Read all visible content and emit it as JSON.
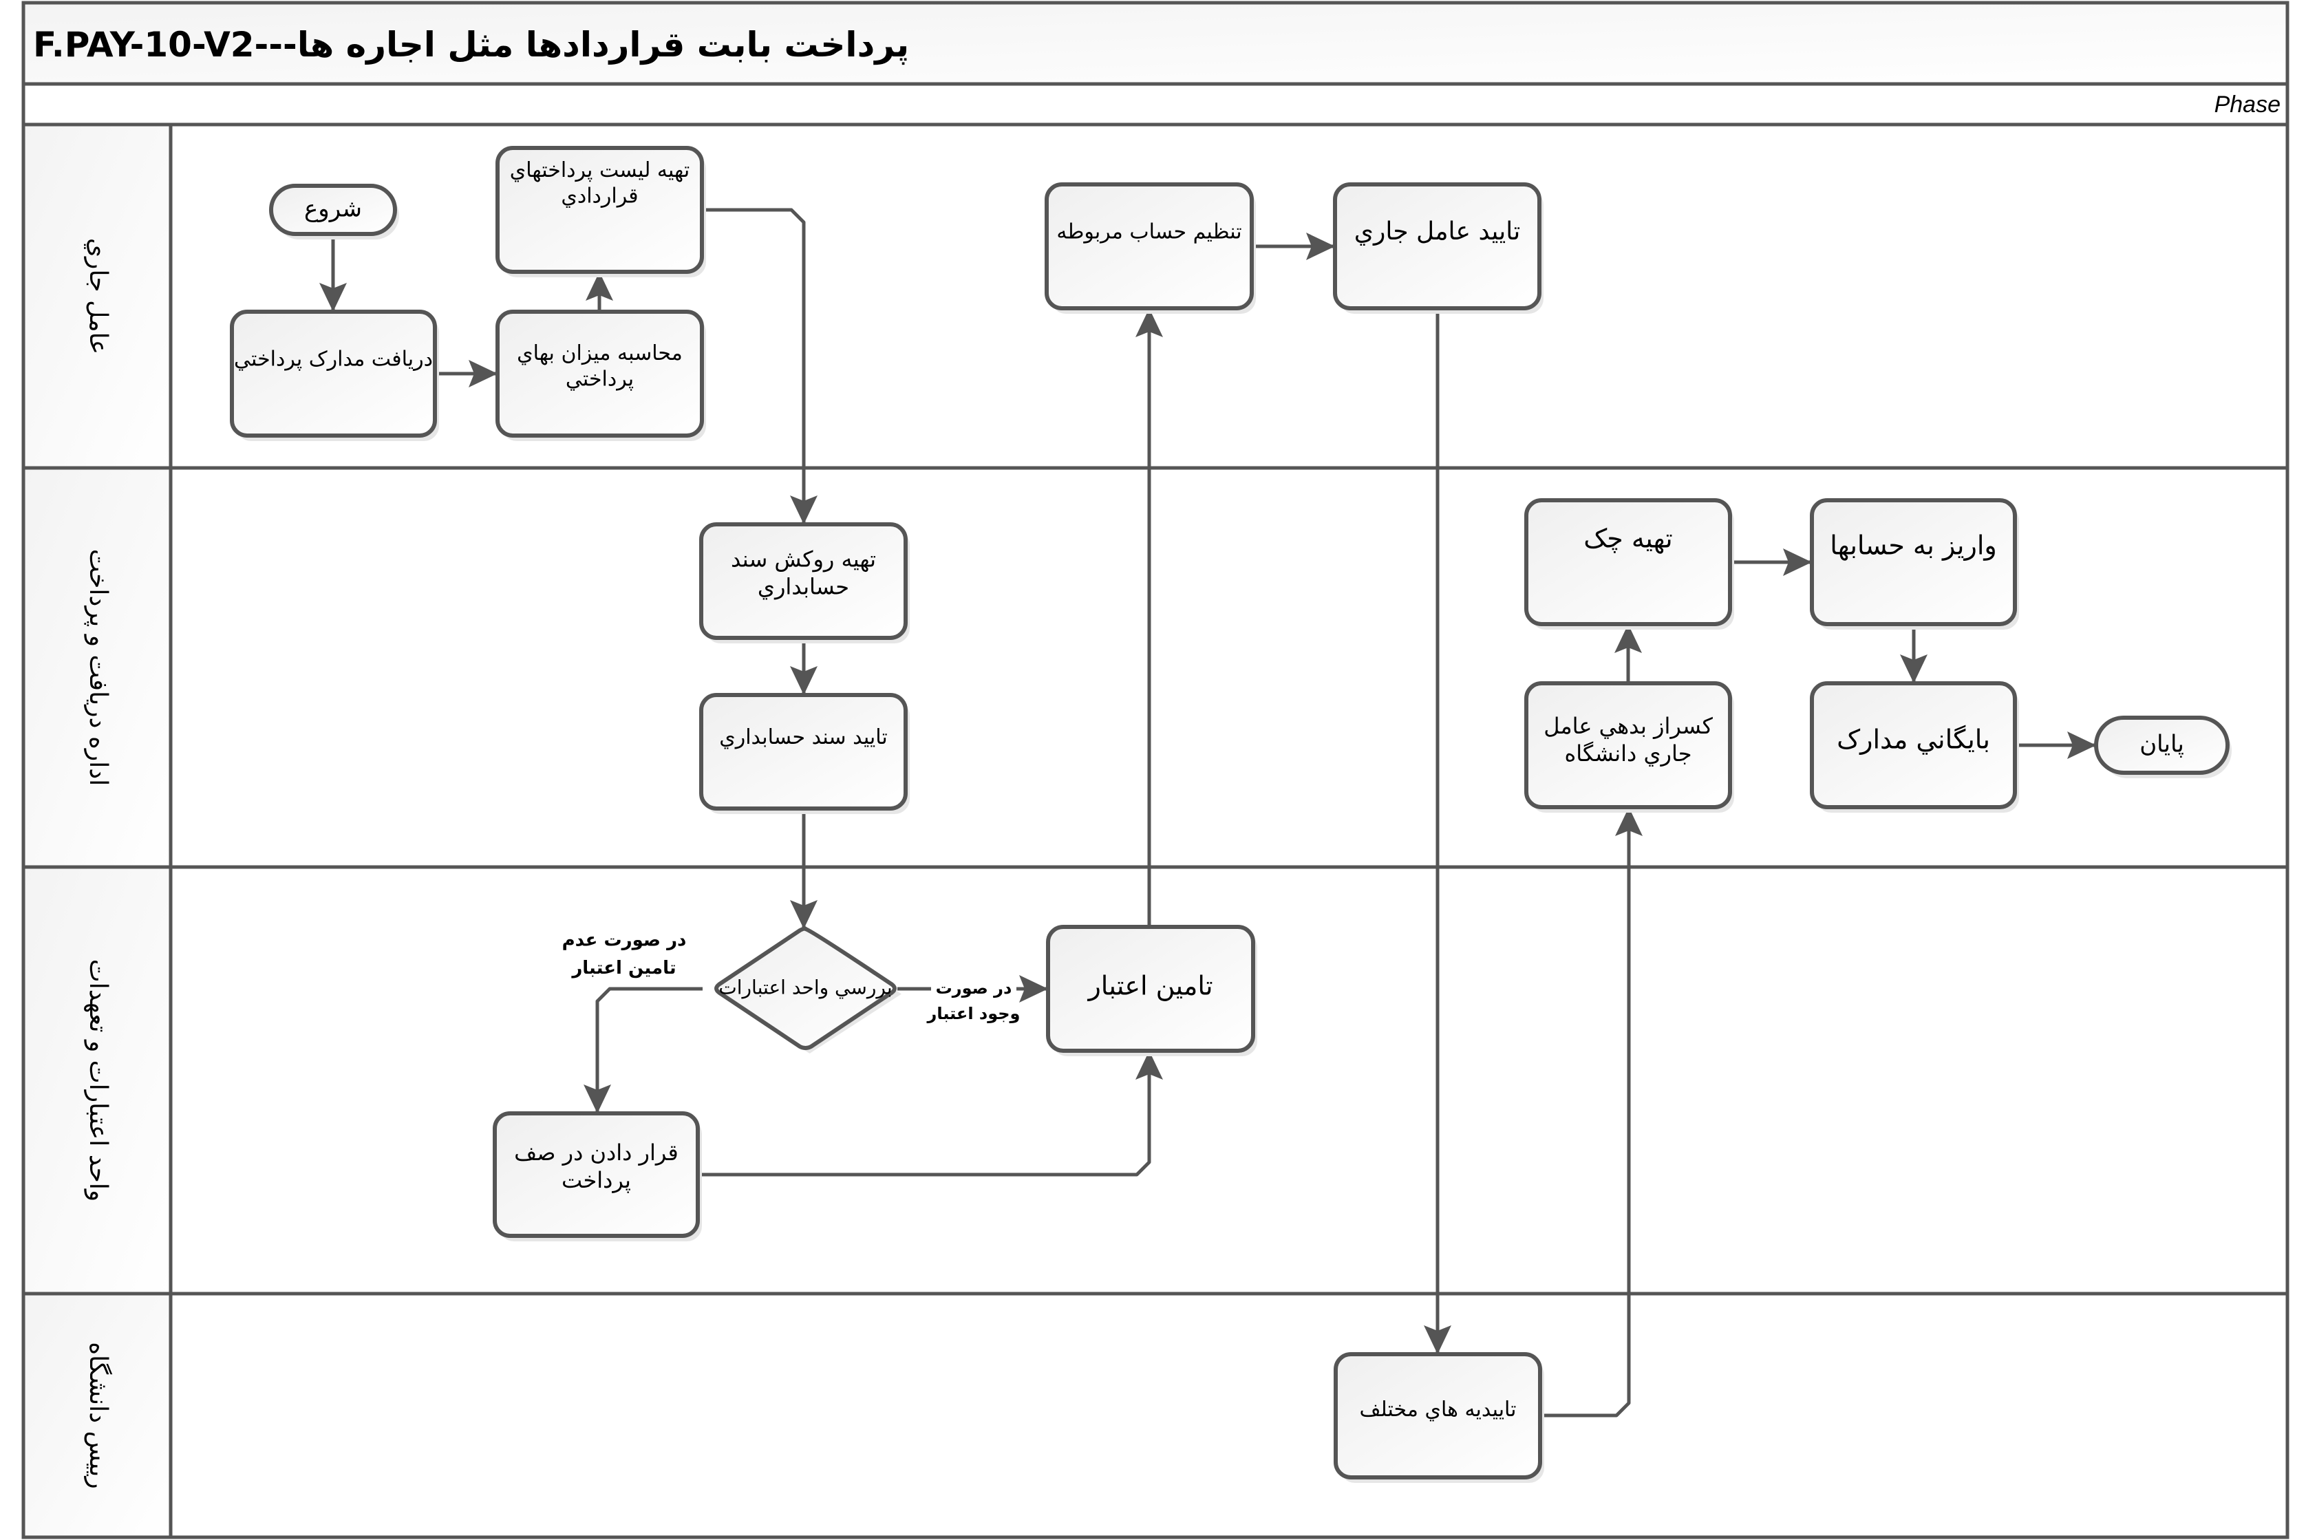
{
  "diagram": {
    "title": "F.PAY-10-V2---پرداخت بابت قراردادها مثل اجاره ها",
    "phase_label": "Phase",
    "colors": {
      "stroke": "#555555",
      "fill_top": "#f2f2f2",
      "fill_bottom": "#ffffff",
      "shadow": "#e6e6e6",
      "text": "#000000"
    },
    "lanes": [
      {
        "id": "lane-current-agent",
        "label": "عامل جاري"
      },
      {
        "id": "lane-receipt-payment",
        "label": "اداره دريافت و پرداخت"
      },
      {
        "id": "lane-credits-commitments",
        "label": "واحد اعتبارات و تعهدات"
      },
      {
        "id": "lane-university-president",
        "label": "رييس دانشگاه"
      }
    ],
    "nodes": [
      {
        "id": "start",
        "type": "terminal",
        "lane": 0,
        "lines": [
          "شروع"
        ]
      },
      {
        "id": "receive-docs",
        "type": "task",
        "lane": 0,
        "lines": [
          "دريافت مدارک پرداختي"
        ]
      },
      {
        "id": "calc-amount",
        "type": "task",
        "lane": 0,
        "lines": [
          "محاسبه ميزان بهاي",
          "پرداختي"
        ]
      },
      {
        "id": "prepare-list",
        "type": "task",
        "lane": 0,
        "lines": [
          "تهيه ليست پرداختهاي",
          "قراردادي"
        ]
      },
      {
        "id": "set-account",
        "type": "task",
        "lane": 0,
        "lines": [
          "تنظيم حساب مربوطه"
        ]
      },
      {
        "id": "approve-agent",
        "type": "task",
        "lane": 0,
        "lines": [
          "تاييد عامل جاري"
        ]
      },
      {
        "id": "prepare-voucher-cover",
        "type": "task",
        "lane": 1,
        "lines": [
          "تهيه روکش سند",
          "حسابداري"
        ]
      },
      {
        "id": "approve-voucher",
        "type": "task",
        "lane": 1,
        "lines": [
          "تاييد سند حسابداري"
        ]
      },
      {
        "id": "prepare-check",
        "type": "task",
        "lane": 1,
        "lines": [
          "تهيه چک"
        ]
      },
      {
        "id": "deposit-accounts",
        "type": "task",
        "lane": 1,
        "lines": [
          "واريز به حسابها"
        ]
      },
      {
        "id": "deduct-debt",
        "type": "task",
        "lane": 1,
        "lines": [
          "کسراز بدهي عامل",
          "جاري دانشگاه"
        ]
      },
      {
        "id": "archive-docs",
        "type": "task",
        "lane": 1,
        "lines": [
          "بايگاني مدارک"
        ]
      },
      {
        "id": "end",
        "type": "terminal",
        "lane": 1,
        "lines": [
          "پايان"
        ]
      },
      {
        "id": "review-credits",
        "type": "decision",
        "lane": 2,
        "lines": [
          "بررسي واحد اعتبارات"
        ]
      },
      {
        "id": "provide-credit",
        "type": "task",
        "lane": 2,
        "lines": [
          "تامين اعتبار"
        ]
      },
      {
        "id": "queue-payment",
        "type": "task",
        "lane": 2,
        "lines": [
          "قرار دادن در صف",
          "پرداخت"
        ]
      },
      {
        "id": "various-approvals",
        "type": "task",
        "lane": 3,
        "lines": [
          "تاييديه هاي مختلف"
        ]
      }
    ],
    "edges": [
      {
        "from": "start",
        "to": "receive-docs"
      },
      {
        "from": "receive-docs",
        "to": "calc-amount"
      },
      {
        "from": "calc-amount",
        "to": "prepare-list"
      },
      {
        "from": "prepare-list",
        "to": "prepare-voucher-cover"
      },
      {
        "from": "prepare-voucher-cover",
        "to": "approve-voucher"
      },
      {
        "from": "approve-voucher",
        "to": "review-credits"
      },
      {
        "from": "review-credits",
        "to": "provide-credit",
        "label": [
          "در صورت",
          "وجود اعتبار"
        ]
      },
      {
        "from": "review-credits",
        "to": "queue-payment",
        "label": [
          "در صورت عدم",
          "تامين اعتبار"
        ]
      },
      {
        "from": "queue-payment",
        "to": "provide-credit"
      },
      {
        "from": "provide-credit",
        "to": "set-account"
      },
      {
        "from": "set-account",
        "to": "approve-agent"
      },
      {
        "from": "approve-agent",
        "to": "various-approvals"
      },
      {
        "from": "various-approvals",
        "to": "deduct-debt"
      },
      {
        "from": "deduct-debt",
        "to": "prepare-check"
      },
      {
        "from": "prepare-check",
        "to": "deposit-accounts"
      },
      {
        "from": "deposit-accounts",
        "to": "archive-docs"
      },
      {
        "from": "archive-docs",
        "to": "end"
      }
    ]
  }
}
